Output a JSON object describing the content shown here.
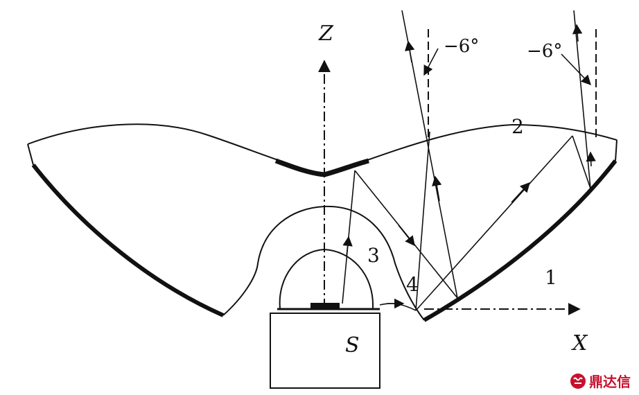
{
  "labels": {
    "z_axis": "Z",
    "x_axis": "X",
    "source": "S",
    "angle_left": "−6°",
    "angle_right": "−6°",
    "part_1": "1",
    "part_2": "2",
    "part_3": "3",
    "part_4": "4"
  },
  "watermark": {
    "text": "鼎达信",
    "color": "#c8102e"
  }
}
